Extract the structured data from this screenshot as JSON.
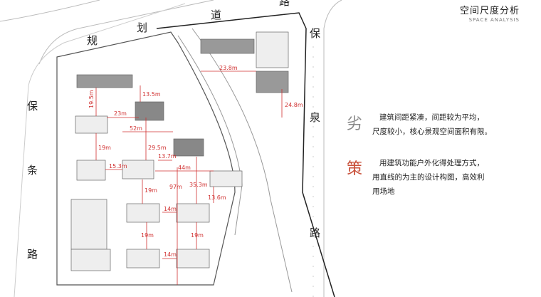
{
  "header": {
    "title": "空间尺度分析",
    "subtitle": "SPACE ANALYSIS"
  },
  "roads": {
    "top": [
      "规",
      "划",
      "道",
      "路"
    ],
    "left": [
      "保",
      "条",
      "路"
    ],
    "right": [
      "保",
      "泉",
      "路"
    ]
  },
  "analysis": [
    {
      "tag": "劣",
      "color": "#888888",
      "lines": [
        "建筑间距紧凑，间距较为平均，",
        "尺度较小，核心景观空间面积有限。"
      ]
    },
    {
      "tag": "策",
      "color": "#c8503a",
      "lines": [
        "用建筑功能户外化得处理方式，",
        "用直线的为主的设计构图，高效利",
        "用场地"
      ]
    }
  ],
  "dimensions": [
    "23.8m",
    "24.8m",
    "19.5m",
    "13.5m",
    "23m",
    "52m",
    "29.5m",
    "13.7m",
    "19m",
    "15.3m",
    "44m",
    "97m",
    "35.3m",
    "13.6m",
    "19m",
    "14m",
    "19m",
    "19m",
    "14m"
  ],
  "colors": {
    "dimension": "#d03030"
  }
}
